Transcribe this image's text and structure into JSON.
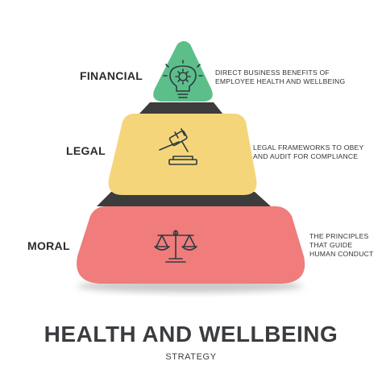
{
  "diagram": {
    "title": "HEALTH AND WELLBEING",
    "subtitle": "STRATEGY",
    "colors": {
      "top": "#5cbf8a",
      "middle": "#f5d57a",
      "bottom": "#f07c7c",
      "connector": "#3c3c3c",
      "icon": "#2f3a40"
    },
    "tiers": [
      {
        "label": "FINANCIAL",
        "icon": "lightbulb-gear-icon",
        "description": [
          "DIRECT BUSINESS BENEFITS OF",
          "EMPLOYEE HEALTH AND WELLBEING"
        ]
      },
      {
        "label": "LEGAL",
        "icon": "gavel-icon",
        "description": [
          "LEGAL FRAMEWORKS TO OBEY",
          "AND AUDIT FOR COMPLIANCE"
        ]
      },
      {
        "label": "MORAL",
        "icon": "scales-icon",
        "description": [
          "THE PRINCIPLES",
          "THAT GUIDE",
          "HUMAN CONDUCT"
        ]
      }
    ]
  }
}
